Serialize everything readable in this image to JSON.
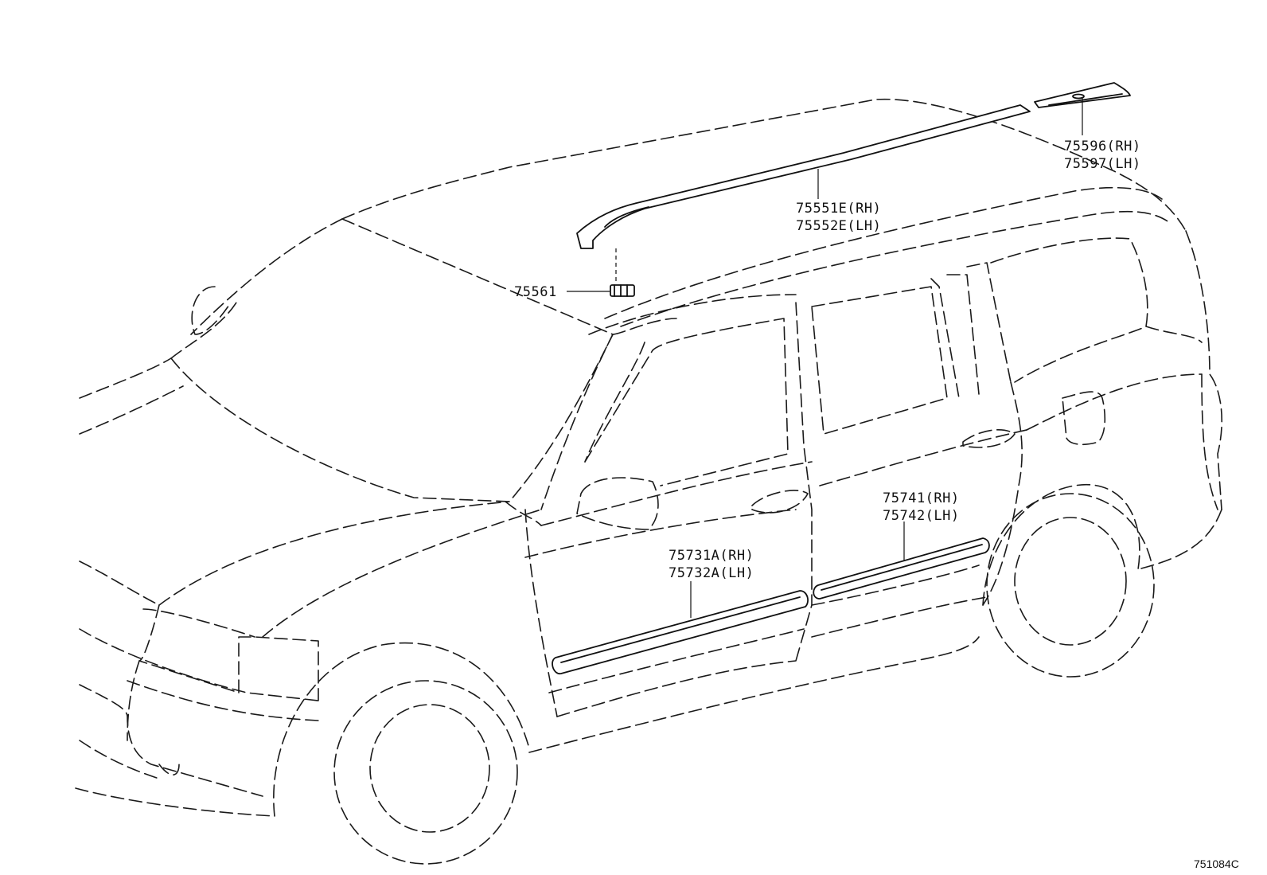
{
  "diagram": {
    "figure_id": "751084C",
    "callouts": [
      {
        "id": "roof-end-cover",
        "lines": [
          "75596(RH)",
          "75597(LH)"
        ]
      },
      {
        "id": "roof-drip-moulding",
        "lines": [
          "75551E(RH)",
          "75552E(LH)"
        ]
      },
      {
        "id": "moulding-clip",
        "lines": [
          "75561"
        ]
      },
      {
        "id": "rear-door-moulding",
        "lines": [
          "75741(RH)",
          "75742(LH)"
        ]
      },
      {
        "id": "front-door-moulding",
        "lines": [
          "75731A(RH)",
          "75732A(LH)"
        ]
      }
    ]
  }
}
